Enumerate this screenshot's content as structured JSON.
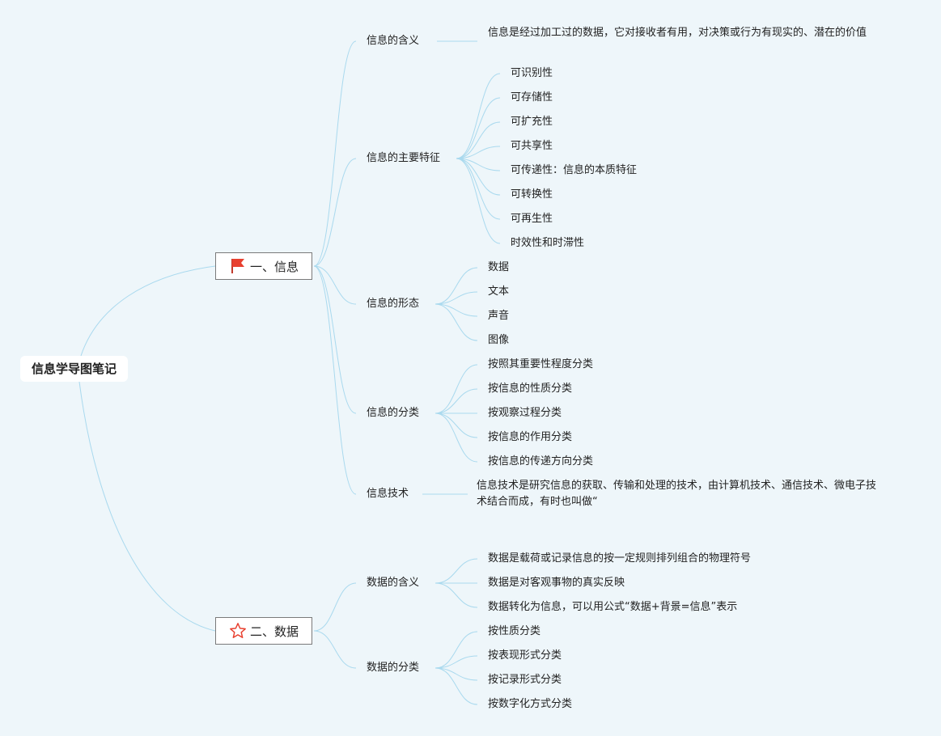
{
  "root": "信息学导图笔记",
  "branches": [
    {
      "label": "一、信息",
      "icon": "red-flag-icon",
      "children": [
        {
          "label": "信息的含义",
          "children": [
            "信息是经过加工过的数据，它对接收者有用，对决策或行为有现实的、潜在的价值"
          ]
        },
        {
          "label": "信息的主要特征",
          "children": [
            "可识别性",
            "可存储性",
            "可扩充性",
            "可共享性",
            "可传递性：信息的本质特征",
            "可转换性",
            "可再生性",
            "时效性和时滞性"
          ]
        },
        {
          "label": "信息的形态",
          "children": [
            "数据",
            "文本",
            "声音",
            "图像"
          ]
        },
        {
          "label": "信息的分类",
          "children": [
            "按照其重要性程度分类",
            "按信息的性质分类",
            "按观察过程分类",
            "按信息的作用分类",
            "按信息的传递方向分类"
          ]
        },
        {
          "label": "信息技术",
          "children": [
            "信息技术是研究信息的获取、传输和处理的技术，由计算机技术、通信技术、微电子技术结合而成，有时也叫做“"
          ]
        }
      ]
    },
    {
      "label": "二、数据",
      "icon": "red-star-icon",
      "children": [
        {
          "label": "数据的含义",
          "children": [
            "数据是载荷或记录信息的按一定规则排列组合的物理符号",
            "数据是对客观事物的真实反映",
            "数据转化为信息，可以用公式“数据+背景=信息”表示"
          ]
        },
        {
          "label": "数据的分类",
          "children": [
            "按性质分类",
            "按表现形式分类",
            "按记录形式分类",
            "按数字化方式分类"
          ]
        }
      ]
    }
  ],
  "colors": {
    "line": "#a9d9ee",
    "icon": "#e8402f",
    "background": "#eef6fa"
  }
}
